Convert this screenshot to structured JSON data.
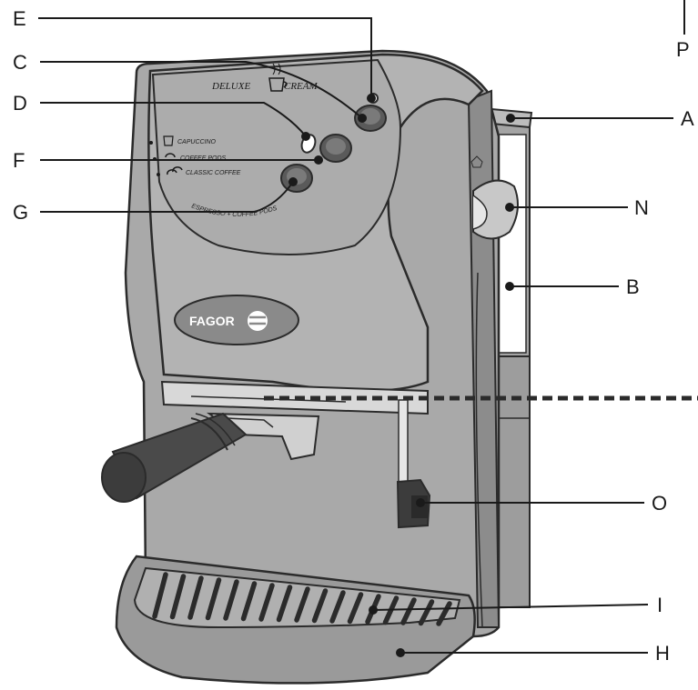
{
  "brand": {
    "model_line1": "DELUXE",
    "model_line2": "CREAM",
    "logo_text": "FAGOR"
  },
  "panel": {
    "mode_capuccino": "CAPUCCINO",
    "mode_coffee_pods": "COFFEE PODS",
    "mode_classic": "CLASSIC COFFEE",
    "dial_caption": "ESPRESSO + COFFEE PODS"
  },
  "callouts": {
    "E": "E",
    "C": "C",
    "D": "D",
    "F": "F",
    "G": "G",
    "P": "P",
    "A": "A",
    "N": "N",
    "B": "B",
    "O": "O",
    "I": "I",
    "H": "H"
  },
  "colors": {
    "body": "#a9a9a9",
    "body_dark": "#8c8c8c",
    "outline": "#2b2b2b",
    "handle": "#4a4a4a",
    "dashed": "#2b2b2b"
  }
}
